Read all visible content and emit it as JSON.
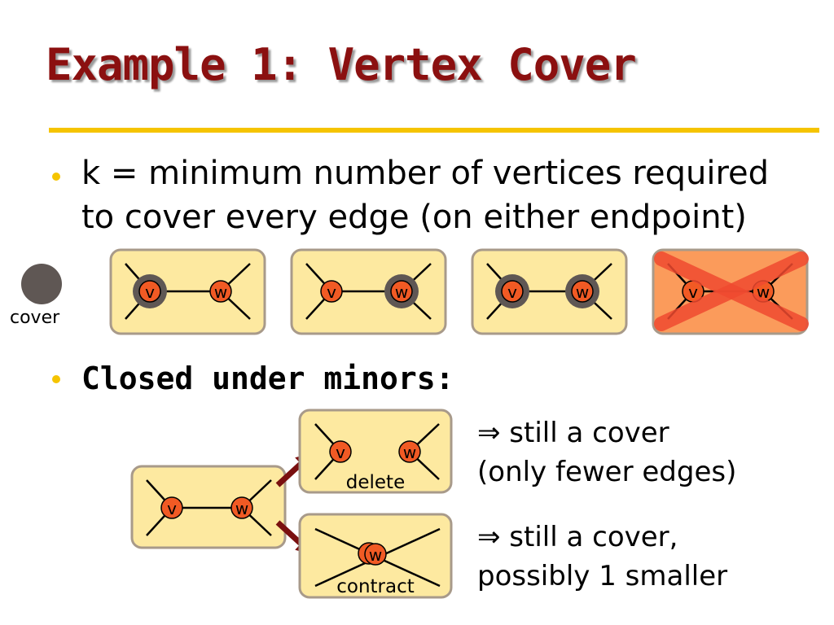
{
  "slide": {
    "title": "Example 1: Vertex Cover",
    "bullet1": {
      "line1": "k = minimum number of vertices required",
      "line2": "to cover every edge (on either endpoint)"
    },
    "legend_label": "cover",
    "bullet2": "Closed under minors:",
    "vertex_v": "v",
    "vertex_w": "w",
    "delete_label": "delete",
    "contract_label": "contract",
    "note1": {
      "line1": "⇒ still a cover",
      "line2": "(only fewer edges)"
    },
    "note2": {
      "line1": "⇒ still a cover,",
      "line2": "possibly 1 smaller"
    }
  },
  "colors": {
    "title": "#8b1010",
    "rule": "#f5c400",
    "box_fill": "#fde9a0",
    "box_border": "#a89a8a",
    "vertex_fill": "#f15a24",
    "cover_ring": "#5f5754",
    "arrow": "#7a1010",
    "invalid_fill": "#fb9b5b",
    "invalid_cross": "#f04a30"
  }
}
